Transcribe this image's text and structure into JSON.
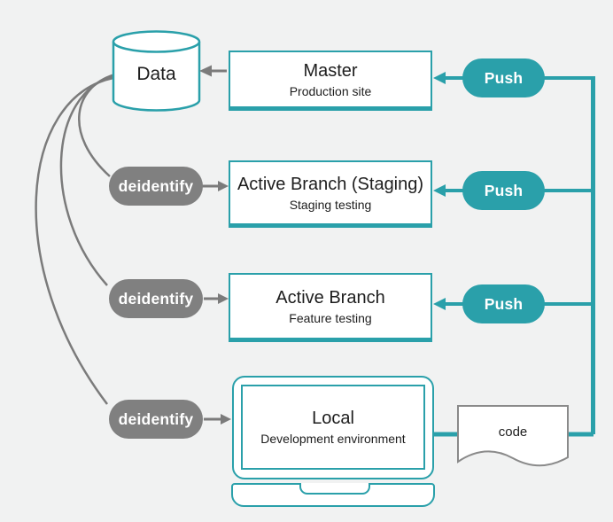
{
  "diagram": {
    "database": {
      "label": "Data"
    },
    "nodes": {
      "master": {
        "title": "Master",
        "subtitle": "Production site"
      },
      "staging": {
        "title": "Active Branch (Staging)",
        "subtitle": "Staging testing"
      },
      "feature": {
        "title": "Active Branch",
        "subtitle": "Feature testing"
      },
      "local": {
        "title": "Local",
        "subtitle": "Development environment"
      }
    },
    "push_labels": [
      "Push",
      "Push",
      "Push"
    ],
    "deidentify_labels": [
      "deidentify",
      "deidentify",
      "deidentify"
    ],
    "document": {
      "label": "code"
    },
    "colors": {
      "teal": "#2aa0aa",
      "gray": "#808080",
      "line_gray": "#7b7b7b",
      "background": "#f1f2f2",
      "box_fill": "#ffffff",
      "text_color": "#1d1d1d",
      "doc_border": "#8a8a8a"
    }
  }
}
